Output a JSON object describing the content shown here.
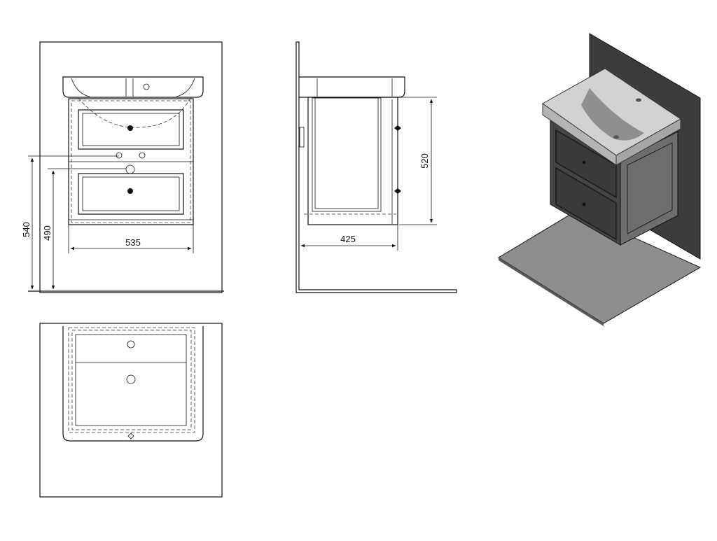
{
  "dimensions": {
    "front_total_height": "540",
    "front_cabinet_height": "490",
    "front_width": "535",
    "side_cabinet_height": "520",
    "side_depth": "425"
  },
  "colors": {
    "line": "#111111",
    "dashed": "#333333",
    "render_wall": "#3a3a3a",
    "render_floor": "#8c8c8c",
    "render_cabinet": "#4a4a4a",
    "render_basin": "#c8c8c8"
  }
}
